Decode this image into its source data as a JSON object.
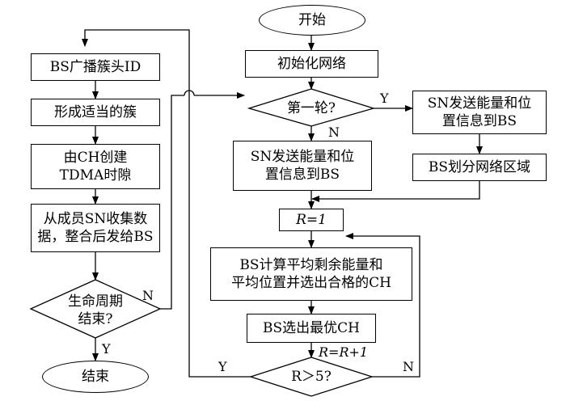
{
  "left": {
    "n1": "BS广播簇头ID",
    "n2": "形成适当的簇",
    "n3_line1": "由CH创建",
    "n3_line2": "TDMA时隙",
    "n4_line1": "从成员SN收集数",
    "n4_line2": "据，整合后发给BS",
    "d1_line1": "生命周期",
    "d1_line2": "结束?",
    "d1_no": "N",
    "d1_yes": "Y",
    "end": "结束"
  },
  "right": {
    "start": "开始",
    "init": "初始化网络",
    "d_first": "第一轮?",
    "d_first_yes": "Y",
    "d_first_no": "N",
    "sn_send_a_line1": "SN发送能量和位",
    "sn_send_a_line2": "置信息到BS",
    "sn_send_b_line1": "SN发送能量和位",
    "sn_send_b_line2": "置信息到BS",
    "bs_partition": "BS划分网络区域",
    "r_init": "R=1",
    "compute_line1": "BS计算平均剩余能量和",
    "compute_line2": "平均位置并选出合格的CH",
    "select_best": "BS选出最优CH",
    "r_inc": "R=R+1",
    "d_r": "R＞5?",
    "d_r_yes": "Y",
    "d_r_no": "N"
  }
}
